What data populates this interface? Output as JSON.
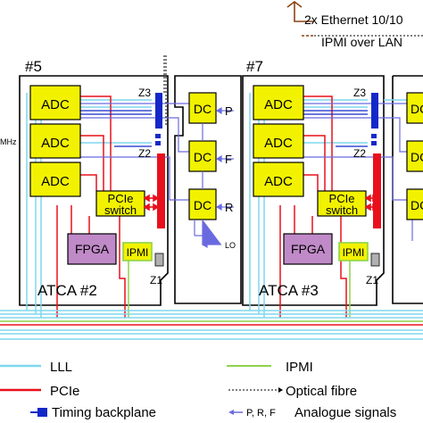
{
  "header": {
    "ethernet_label": "2x Ethernet 10/10",
    "ipmi_lan_label": "IPMI over LAN"
  },
  "slots": [
    {
      "slot_label": "#5",
      "adcs": [
        "ADC",
        "ADC",
        "ADC"
      ],
      "pcie_switch": [
        "PCIe",
        "switch"
      ],
      "fpga": "FPGA",
      "ipmi": "IPMI",
      "zones": [
        "Z3",
        "Z2",
        "Z1"
      ],
      "atca_label": "ATCA #2",
      "dcs": [
        "DC",
        "DC",
        "DC"
      ],
      "signal_labels": [
        "P",
        "F",
        "R"
      ],
      "lo_label": "LO"
    },
    {
      "slot_label": "#7",
      "adcs": [
        "ADC",
        "ADC",
        "ADC"
      ],
      "pcie_switch": [
        "PCIe",
        "switch"
      ],
      "fpga": "FPGA",
      "ipmi": "IPMI",
      "zones": [
        "Z3",
        "Z2",
        "Z1"
      ],
      "atca_label": "ATCA #3",
      "dcs": [
        "DC",
        "DC",
        "DC"
      ]
    }
  ],
  "side_label": "MHz",
  "legend": {
    "lll": "LLL",
    "pcie": "PCIe",
    "timing": "Timing backplane",
    "ipmi": "IPMI",
    "optical": "Optical fibre",
    "analogue_prefix": "P, R, F",
    "analogue": "Analogue signals"
  },
  "colors": {
    "lll": "#7fd7ee",
    "pcie": "#e8101c",
    "ipmi": "#8ed34a",
    "timing": "#1428c8",
    "analogue": "#6a6ae0",
    "ethernet": "#8b4513",
    "adc_fill": "#f2f200",
    "fpga_fill": "#c08ac8",
    "z1_fill": "#b0b0b0"
  }
}
